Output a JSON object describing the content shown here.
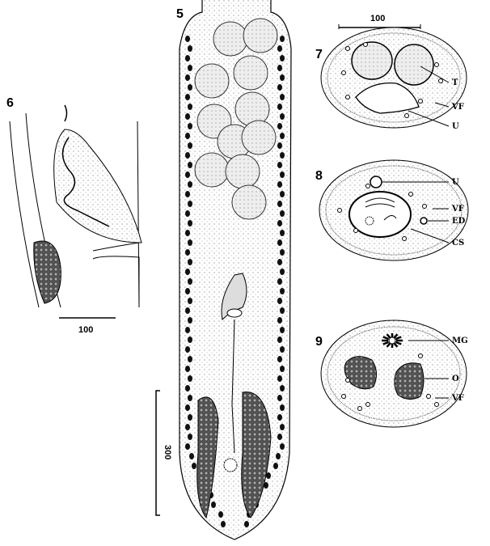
{
  "figures": {
    "fig5": {
      "number": "5",
      "scale_label": "300"
    },
    "fig6": {
      "number": "6",
      "scale_label": "100"
    },
    "fig7": {
      "number": "7",
      "scale_label": "100",
      "labels": [
        "T",
        "VF",
        "U"
      ]
    },
    "fig8": {
      "number": "8",
      "labels": [
        "U",
        "VF",
        "ED",
        "CS"
      ]
    },
    "fig9": {
      "number": "9",
      "labels": [
        "MG",
        "O",
        "VF"
      ]
    }
  },
  "colors": {
    "ink": "#000000",
    "paper": "#ffffff",
    "stipple": "#bdbdbd"
  }
}
